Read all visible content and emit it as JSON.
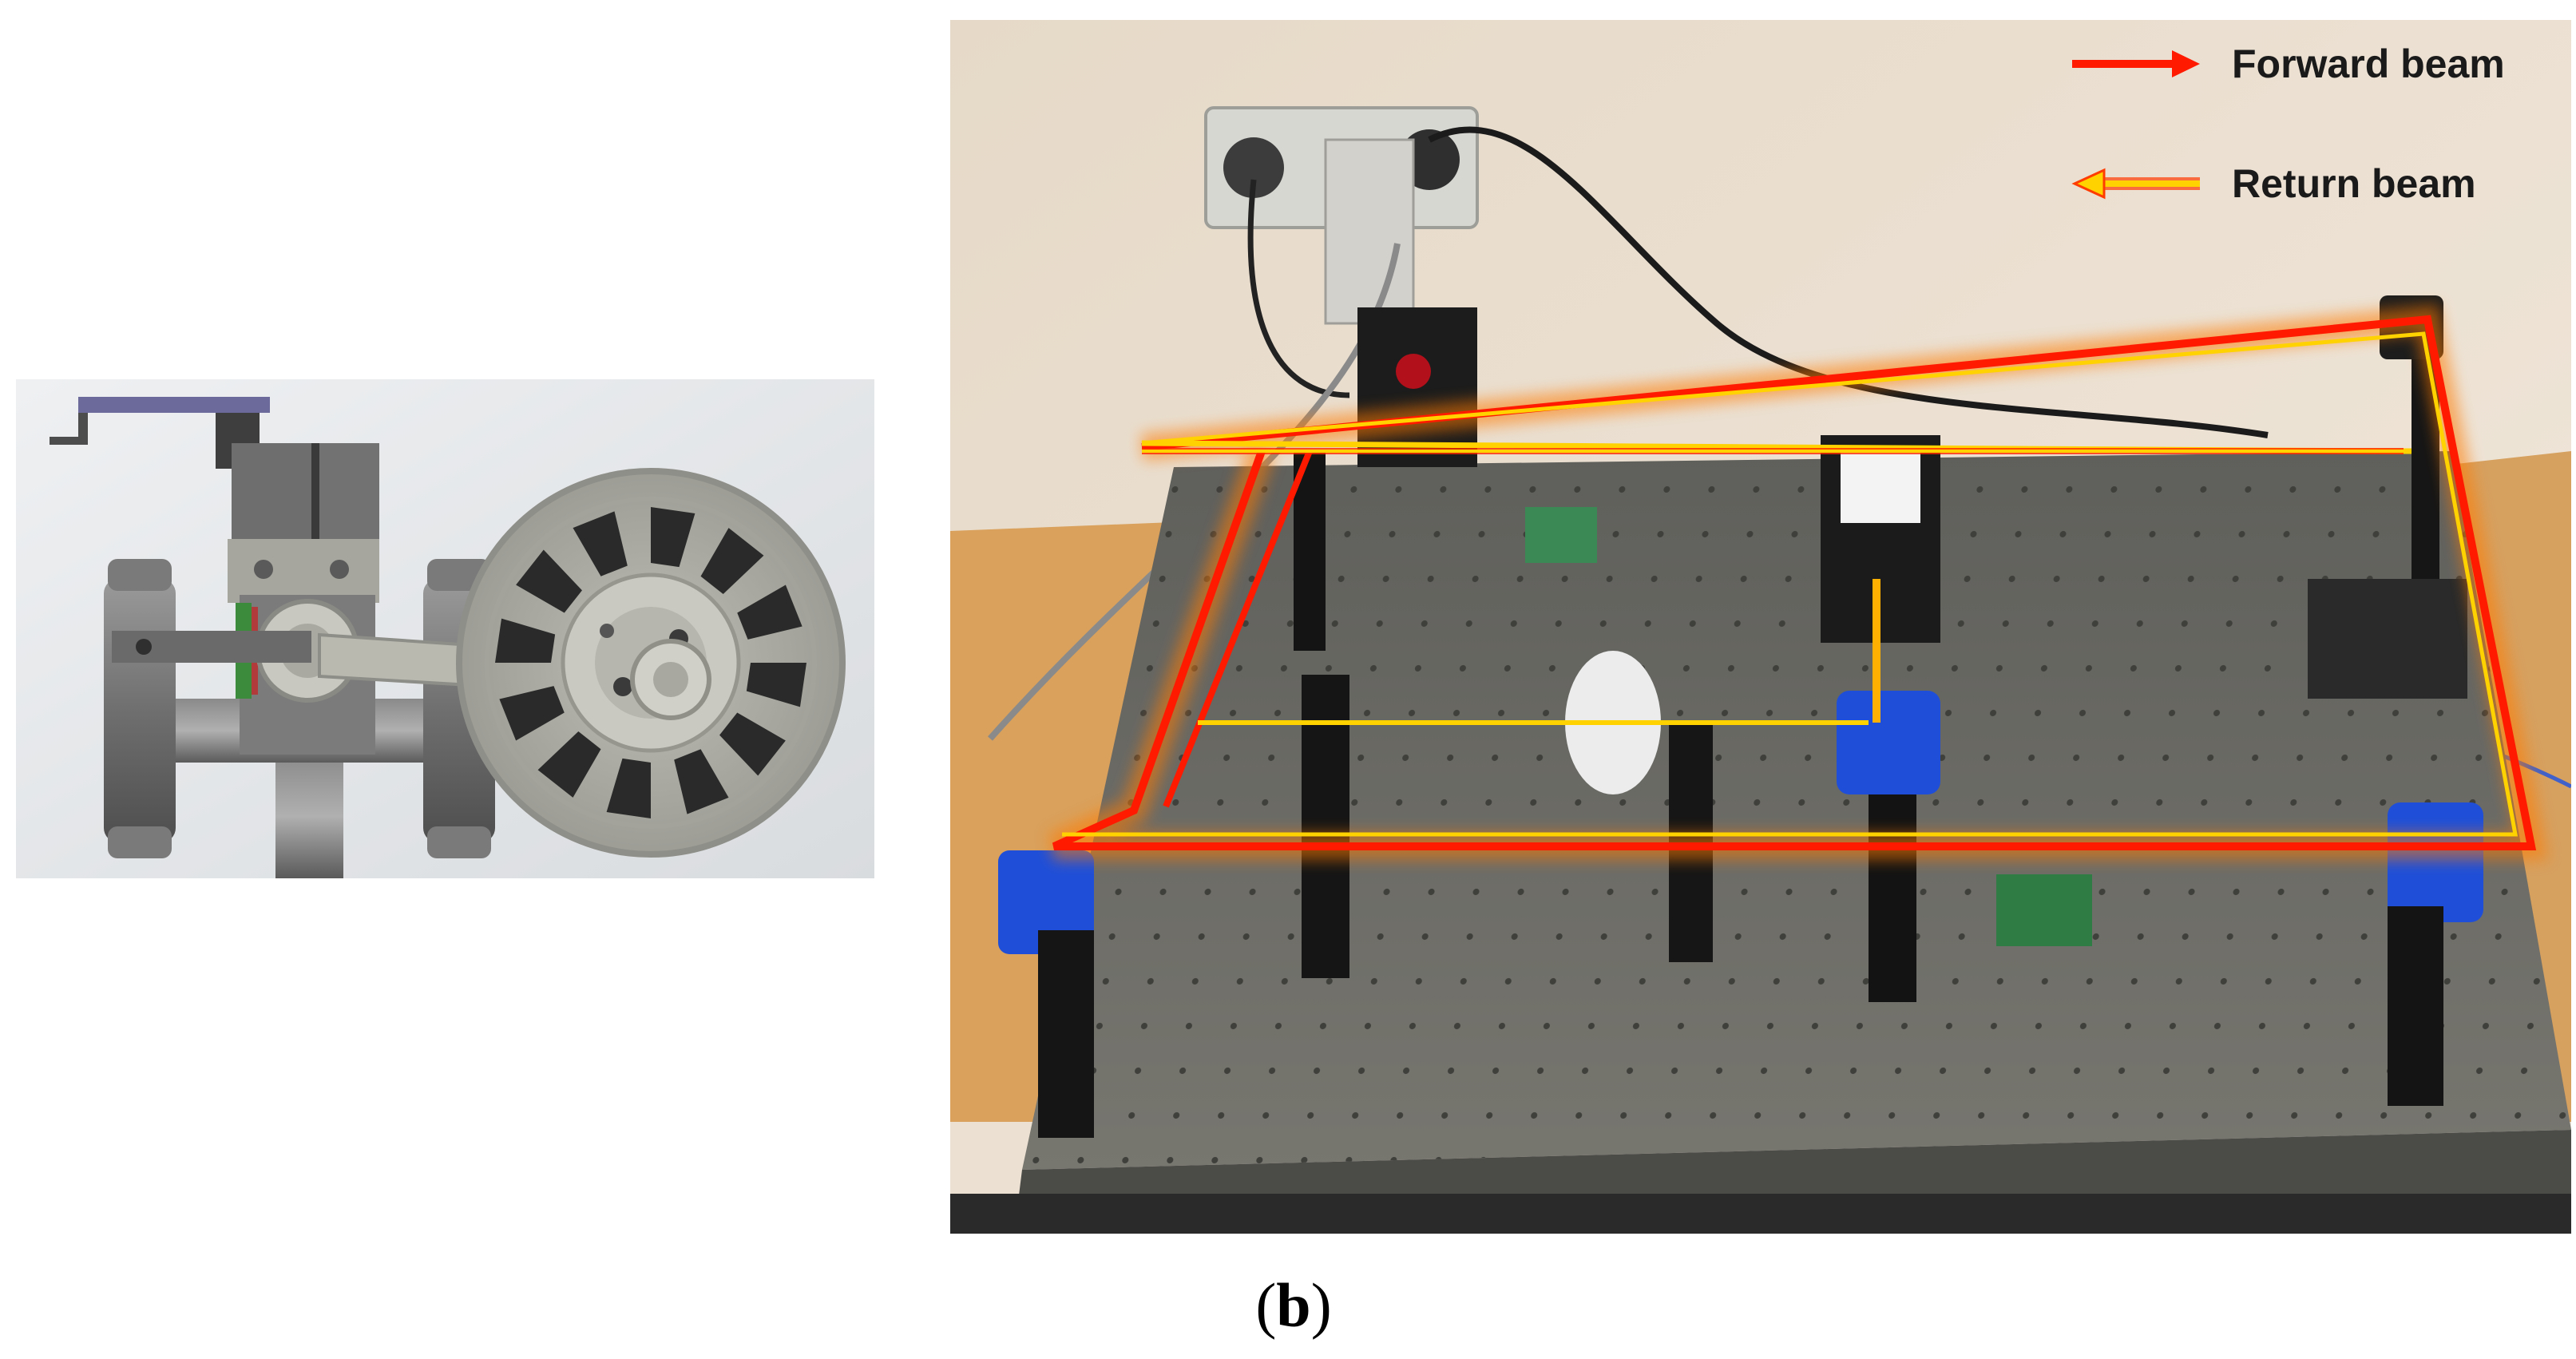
{
  "panel_b": {
    "caption_open": "(",
    "caption_letter": "b",
    "caption_close": ")"
  },
  "legend": {
    "forward_label": "Forward beam",
    "return_label": "Return beam",
    "forward_color": "#ff1a00",
    "return_color": "#ffd200"
  },
  "colors": {
    "cad_background": "#e6e8ea",
    "table_surface": "#6b6b68",
    "wall": "#e9ddcf",
    "desk_wood": "#d9a15c",
    "mount_blue": "#1f4fd8"
  }
}
